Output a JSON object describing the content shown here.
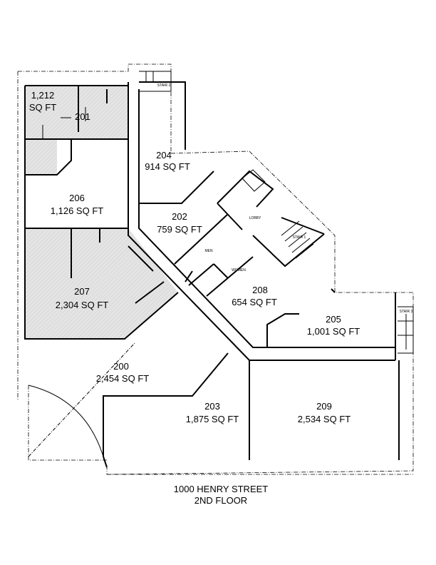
{
  "plan": {
    "title_line1": "1000 HENRY STREET",
    "title_line2": "2ND FLOOR",
    "suites": [
      {
        "number": "1,212",
        "area": "SQ FT"
      },
      {
        "number": "201",
        "area": ""
      },
      {
        "number": "204",
        "area": "914 SQ FT"
      },
      {
        "number": "206",
        "area": "1,126 SQ FT"
      },
      {
        "number": "202",
        "area": "759 SQ FT"
      },
      {
        "number": "207",
        "area": "2,304 SQ FT"
      },
      {
        "number": "208",
        "area": "654 SQ FT"
      },
      {
        "number": "205",
        "area": "1,001 SQ FT"
      },
      {
        "number": "200",
        "area": "2,454 SQ FT"
      },
      {
        "number": "203",
        "area": "1,875 SQ FT"
      },
      {
        "number": "209",
        "area": "2,534 SQ FT"
      }
    ],
    "small_labels": {
      "stair2": "STAIR 2",
      "stair1": "STAIR 1",
      "stair3": "STAIR 3",
      "lobby": "LOBBY",
      "men": "MEN",
      "women": "WOMEN"
    }
  }
}
